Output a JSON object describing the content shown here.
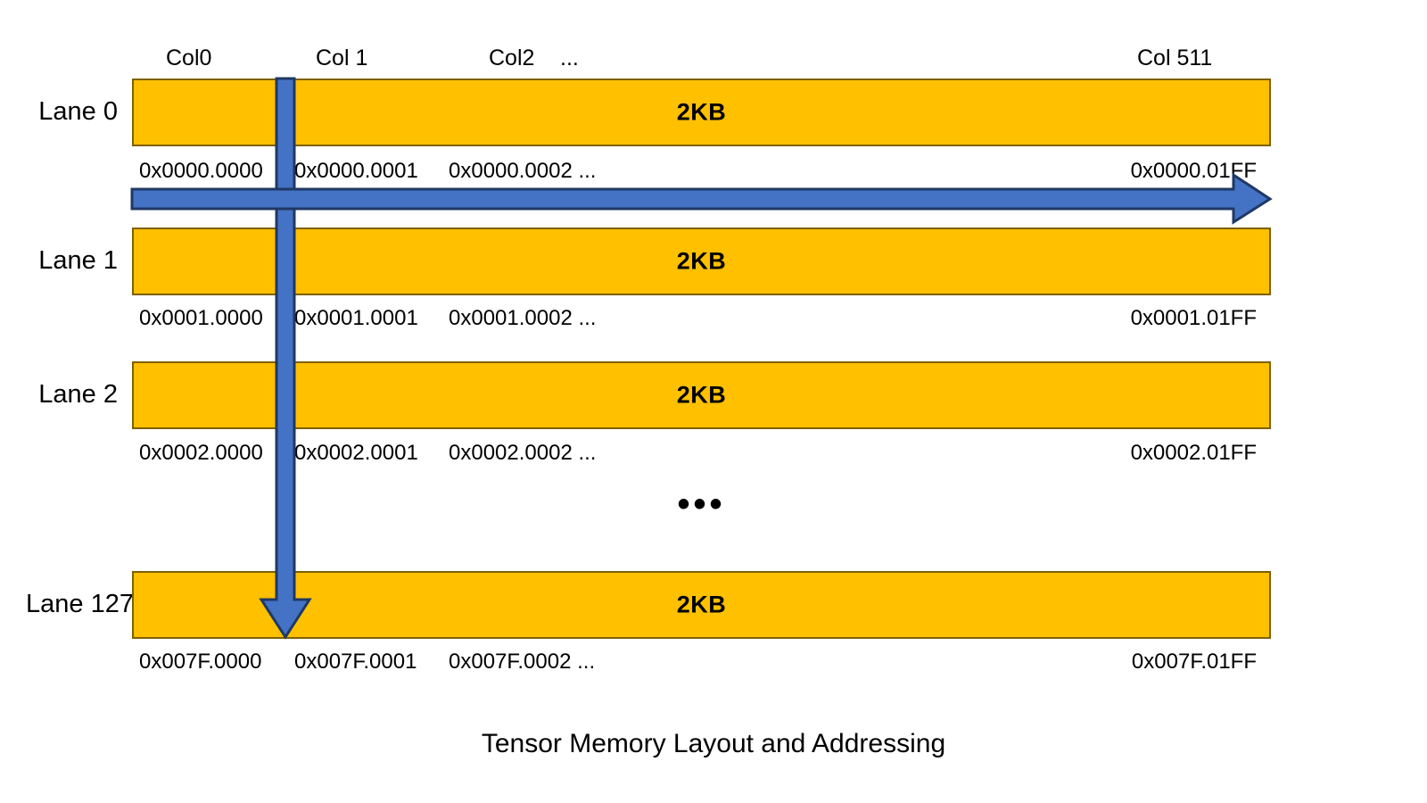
{
  "diagram": {
    "caption": "Tensor Memory Layout and Addressing",
    "mid_ellipsis": "•••",
    "colors": {
      "lane_fill": "#FFC000",
      "lane_border": "#7F6000",
      "arrow_fill": "#4472C4",
      "arrow_stroke": "#1F3864",
      "background": "#FFFFFF",
      "text": "#000000"
    },
    "column_headers": [
      {
        "label": "Col0"
      },
      {
        "label": "Col 1"
      },
      {
        "label": "Col2"
      },
      {
        "label": "..."
      },
      {
        "label": "Col 511"
      }
    ],
    "lanes": [
      {
        "label": "Lane 0",
        "size": "2KB",
        "addresses": [
          "0x0000.0000",
          "0x0000.0001",
          "0x0000.0002 ...",
          "0x0000.01FF"
        ]
      },
      {
        "label": "Lane 1",
        "size": "2KB",
        "addresses": [
          "0x0001.0000",
          "0x0001.0001",
          "0x0001.0002 ...",
          "0x0001.01FF"
        ]
      },
      {
        "label": "Lane 2",
        "size": "2KB",
        "addresses": [
          "0x0002.0000",
          "0x0002.0001",
          "0x0002.0002 ...",
          "0x0002.01FF"
        ]
      },
      {
        "label": "Lane 127",
        "size": "2KB",
        "addresses": [
          "0x007F.0000",
          "0x007F.0001",
          "0x007F.0002 ...",
          "0x007F.01FF"
        ]
      }
    ],
    "arrows": [
      {
        "name": "column-traversal-arrow",
        "direction": "down"
      },
      {
        "name": "row-traversal-arrow",
        "direction": "right"
      }
    ]
  }
}
